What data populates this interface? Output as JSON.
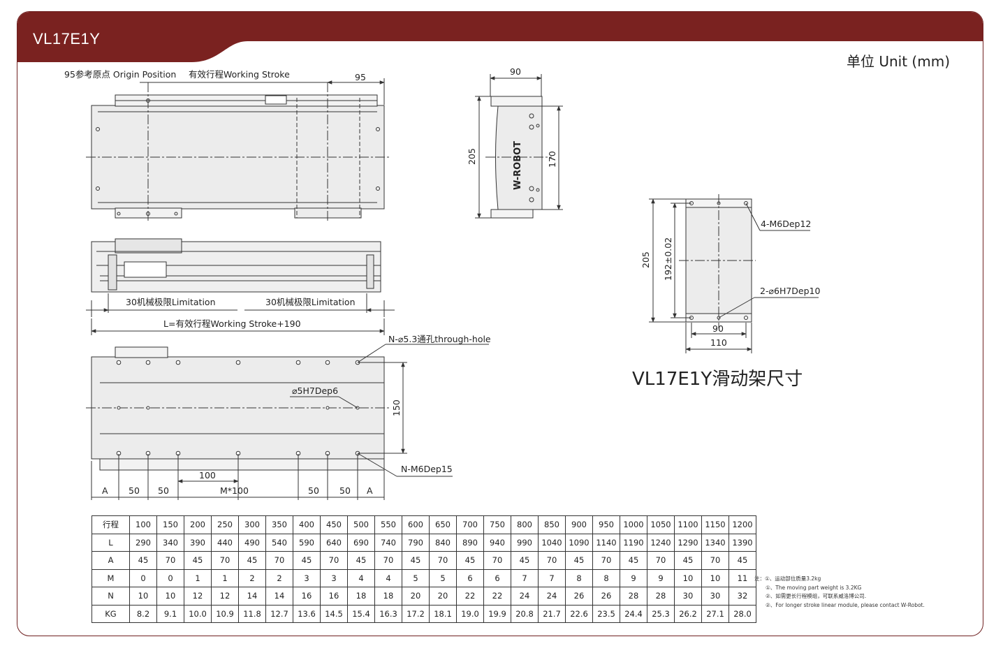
{
  "header": {
    "title": "VL17E1Y",
    "unit": "单位 Unit (mm)"
  },
  "top_view": {
    "origin_label": "95参考原点 Origin Position",
    "stroke_label": "有效行程Working Stroke",
    "dim_95": "95"
  },
  "end_view": {
    "width": "90",
    "height": "205",
    "inner_height": "170",
    "brand": "W-ROBOT"
  },
  "side_view": {
    "limit_left": "30机械极限Limitation",
    "limit_right": "30机械极限Limitation",
    "length_formula": "L=有效行程Working Stroke+190"
  },
  "bottom_view": {
    "through_hole": "N-⌀5.3通孔through-hole",
    "pin_hole": "⌀5H7Dep6",
    "thread_hole": "N-M6Dep15",
    "dim_150": "150",
    "dim_100": "100",
    "dims": [
      "A",
      "50",
      "50",
      "M*100",
      "50",
      "50",
      "A"
    ]
  },
  "slider": {
    "title": "VL17E1Y滑动架尺寸",
    "height": "205",
    "hole_pitch": "192±0.02",
    "thread_holes": "4-M6Dep12",
    "pin_holes": "2-⌀6H7Dep10",
    "inner_width": "90",
    "outer_width": "110"
  },
  "spec_table": {
    "rows": [
      {
        "label": "行程",
        "values": [
          "100",
          "150",
          "200",
          "250",
          "300",
          "350",
          "400",
          "450",
          "500",
          "550",
          "600",
          "650",
          "700",
          "750",
          "800",
          "850",
          "900",
          "950",
          "1000",
          "1050",
          "1100",
          "1150",
          "1200"
        ]
      },
      {
        "label": "L",
        "values": [
          "290",
          "340",
          "390",
          "440",
          "490",
          "540",
          "590",
          "640",
          "690",
          "740",
          "790",
          "840",
          "890",
          "940",
          "990",
          "1040",
          "1090",
          "1140",
          "1190",
          "1240",
          "1290",
          "1340",
          "1390"
        ]
      },
      {
        "label": "A",
        "values": [
          "45",
          "70",
          "45",
          "70",
          "45",
          "70",
          "45",
          "70",
          "45",
          "70",
          "45",
          "70",
          "45",
          "70",
          "45",
          "70",
          "45",
          "70",
          "45",
          "70",
          "45",
          "70",
          "45"
        ]
      },
      {
        "label": "M",
        "values": [
          "0",
          "0",
          "1",
          "1",
          "2",
          "2",
          "3",
          "3",
          "4",
          "4",
          "5",
          "5",
          "6",
          "6",
          "7",
          "7",
          "8",
          "8",
          "9",
          "9",
          "10",
          "10",
          "11"
        ]
      },
      {
        "label": "N",
        "values": [
          "10",
          "10",
          "12",
          "12",
          "14",
          "14",
          "16",
          "16",
          "18",
          "18",
          "20",
          "20",
          "22",
          "22",
          "24",
          "24",
          "26",
          "26",
          "28",
          "28",
          "30",
          "30",
          "32"
        ]
      },
      {
        "label": "KG",
        "values": [
          "8.2",
          "9.1",
          "10.0",
          "10.9",
          "11.8",
          "12.7",
          "13.6",
          "14.5",
          "15.4",
          "16.3",
          "17.2",
          "18.1",
          "19.0",
          "19.9",
          "20.8",
          "21.7",
          "22.6",
          "23.5",
          "24.4",
          "25.3",
          "26.2",
          "27.1",
          "28.0"
        ]
      }
    ]
  },
  "notes": [
    "注：①、运动部位质量3.2kg",
    "①、The moving part weight is 3.2KG",
    "②、如需更长行程模组，可联系威洛博公司.",
    "②、For longer stroke linear module, please contact W-Robot."
  ],
  "colors": {
    "banner": "#7a2220",
    "drawing_fill": "#e9e9e9",
    "line": "#333333"
  }
}
